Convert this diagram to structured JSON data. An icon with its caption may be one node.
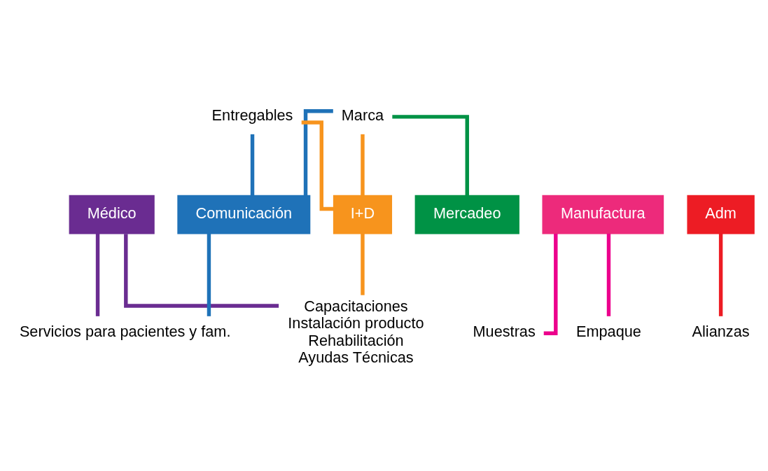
{
  "diagram": {
    "nodes": [
      {
        "text": [
          "Médico"
        ]
      },
      {
        "text": [
          "Comunicación"
        ]
      },
      {
        "text": [
          "I+D"
        ]
      },
      {
        "text": [
          "Mercadeo"
        ]
      },
      {
        "text": [
          "Manufactura"
        ]
      },
      {
        "text": [
          "Adm"
        ]
      },
      {
        "text": [
          "Marca"
        ]
      },
      {
        "text": [
          "Entregables"
        ]
      },
      {
        "text": [
          "Servicios para pacientes y fam."
        ]
      },
      {
        "text": [
          "Capacitaciones",
          "Instalación producto",
          "Rehabilitación",
          "Ayudas Técnicas"
        ]
      },
      {
        "text": [
          "Empaque"
        ]
      },
      {
        "text": [
          "Muestras"
        ]
      },
      {
        "text": [
          "Alianzas"
        ]
      }
    ],
    "edges": [
      {
        "from": 6,
        "to": 1,
        "arrow": "none",
        "color": "#1f72b8"
      },
      {
        "from": 6,
        "to": 3,
        "arrow": "none",
        "color": "#009245"
      },
      {
        "from": 6,
        "to": 2,
        "arrow": "none",
        "color": "#f7941d"
      },
      {
        "from": 7,
        "to": 1,
        "arrow": "none",
        "color": "#1f72b8"
      },
      {
        "from": 7,
        "to": 2,
        "arrow": "none",
        "color": "#f7941d"
      },
      {
        "from": 0,
        "to": 8,
        "arrow": "none",
        "color": "#6a2c91"
      },
      {
        "from": 1,
        "to": 8,
        "arrow": "none",
        "color": "#1f72b8"
      },
      {
        "from": 0,
        "to": 9,
        "arrow": "none",
        "color": "#6a2c91"
      },
      {
        "from": 2,
        "to": 9,
        "arrow": "none",
        "color": "#f7941d"
      },
      {
        "from": 4,
        "to": 10,
        "arrow": "none",
        "color": "#ec008c"
      },
      {
        "from": 4,
        "to": 11,
        "arrow": "none",
        "color": "#ec008c"
      },
      {
        "from": 5,
        "to": 12,
        "arrow": "none",
        "color": "#ed1c24"
      }
    ]
  }
}
